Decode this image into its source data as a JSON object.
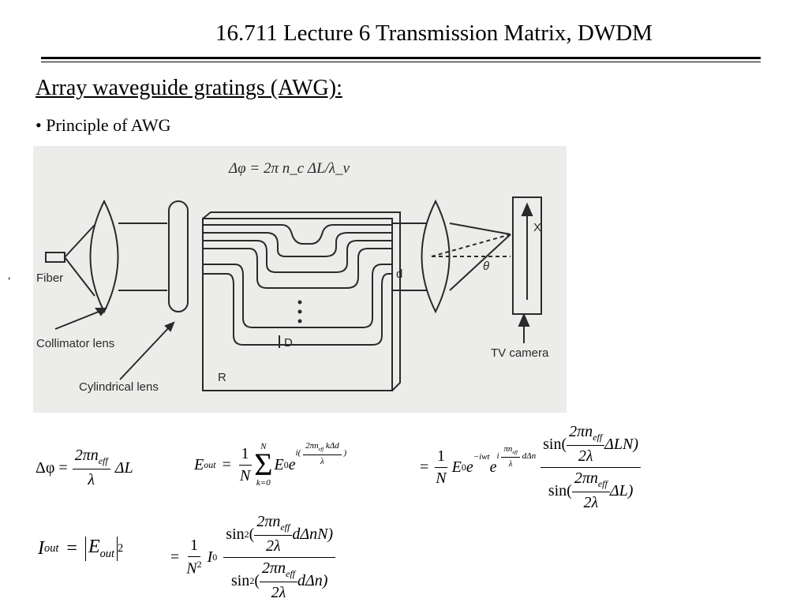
{
  "header": {
    "title": "16.711 Lecture 6 Transmission Matrix, DWDM"
  },
  "section": {
    "heading": "Array waveguide gratings (AWG):",
    "bullet": "• Principle of AWG"
  },
  "stray_marks": [
    ",",
    ","
  ],
  "figure": {
    "formula": "Δφ = 2π n_c ΔL/λ_v",
    "labels": {
      "fiber": "Fiber",
      "collimator": "Collimator lens",
      "cylindrical": "Cylindrical lens",
      "d": "d",
      "D": "D",
      "R": "R",
      "X": "X",
      "theta": "θ",
      "camera": "TV camera"
    },
    "colors": {
      "background": "#ececea",
      "ink": "#2a2a2a"
    }
  },
  "equations": {
    "dphi_lhs": "Δφ =",
    "dphi_num": "2πn",
    "dphi_num_sub": "eff",
    "dphi_den": "λ",
    "dphi_rhs": "ΔL",
    "eout_lhs": "E",
    "eout_lhs_sub": "out",
    "eq_sign": "=",
    "one": "1",
    "N": "N",
    "sum_top": "N",
    "sum_bottom": "k=0",
    "sum_symbol": "Σ",
    "E0": "E",
    "E0_sub": "0",
    "e": "e",
    "exp1_pre": "i(",
    "exp1_num": "2πn",
    "exp1_num_sub": "eff",
    "exp1_num_rest": " kΔd",
    "exp1_den": "λ",
    "exp1_post": ")",
    "eq2_sign": "=",
    "exp_iwt": "−iwt",
    "exp2_pre": "i",
    "exp2_num": "πn",
    "exp2_num_sub": "eff",
    "exp2_den": "λ",
    "exp2_post": "dΔn",
    "sin_open": "sin(",
    "sin_num_num": "2πn",
    "sin_num_num_sub": "eff",
    "two_lambda": "2λ",
    "sin_num_tail": "ΔLN)",
    "sin_den_tail": "ΔL)",
    "iout_lhs": "I",
    "iout_lhs_sub": "out",
    "abs_E": "E",
    "abs_E_sub": "out",
    "sq": "2",
    "N2": "N",
    "N2_sup": "2",
    "I0": "I",
    "I0_sub": "0",
    "sin2": "sin",
    "sin2_sup": "2",
    "paren_open": "(",
    "sin2_num_tail": "dΔnN)",
    "sin2_den_tail": "dΔn)"
  }
}
